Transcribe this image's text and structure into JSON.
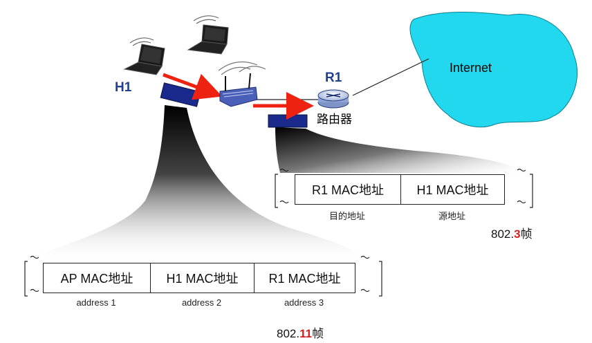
{
  "cloud": {
    "label": "Internet"
  },
  "hosts": {
    "h1_label": "H1"
  },
  "router": {
    "name": "R1",
    "caption": "路由器"
  },
  "frame_8023": {
    "fields": [
      "R1 MAC地址",
      "H1 MAC地址"
    ],
    "captions": [
      "目的地址",
      "源地址"
    ],
    "standard_prefix": "802.",
    "standard_highlight": "3",
    "standard_suffix": "帧"
  },
  "frame_80211": {
    "fields": [
      "AP MAC地址",
      "H1 MAC地址",
      "R1 MAC地址"
    ],
    "captions": [
      "address 1",
      "address 2",
      "address 3"
    ],
    "standard_prefix": "802.",
    "standard_highlight": "11",
    "standard_suffix": "帧"
  },
  "colors": {
    "cloud": "#22d8ee",
    "arrow": "#ee2211",
    "frame_chip": "#1a2a8c",
    "highlight": "#d42020",
    "host_label": "#1f3f8f"
  }
}
